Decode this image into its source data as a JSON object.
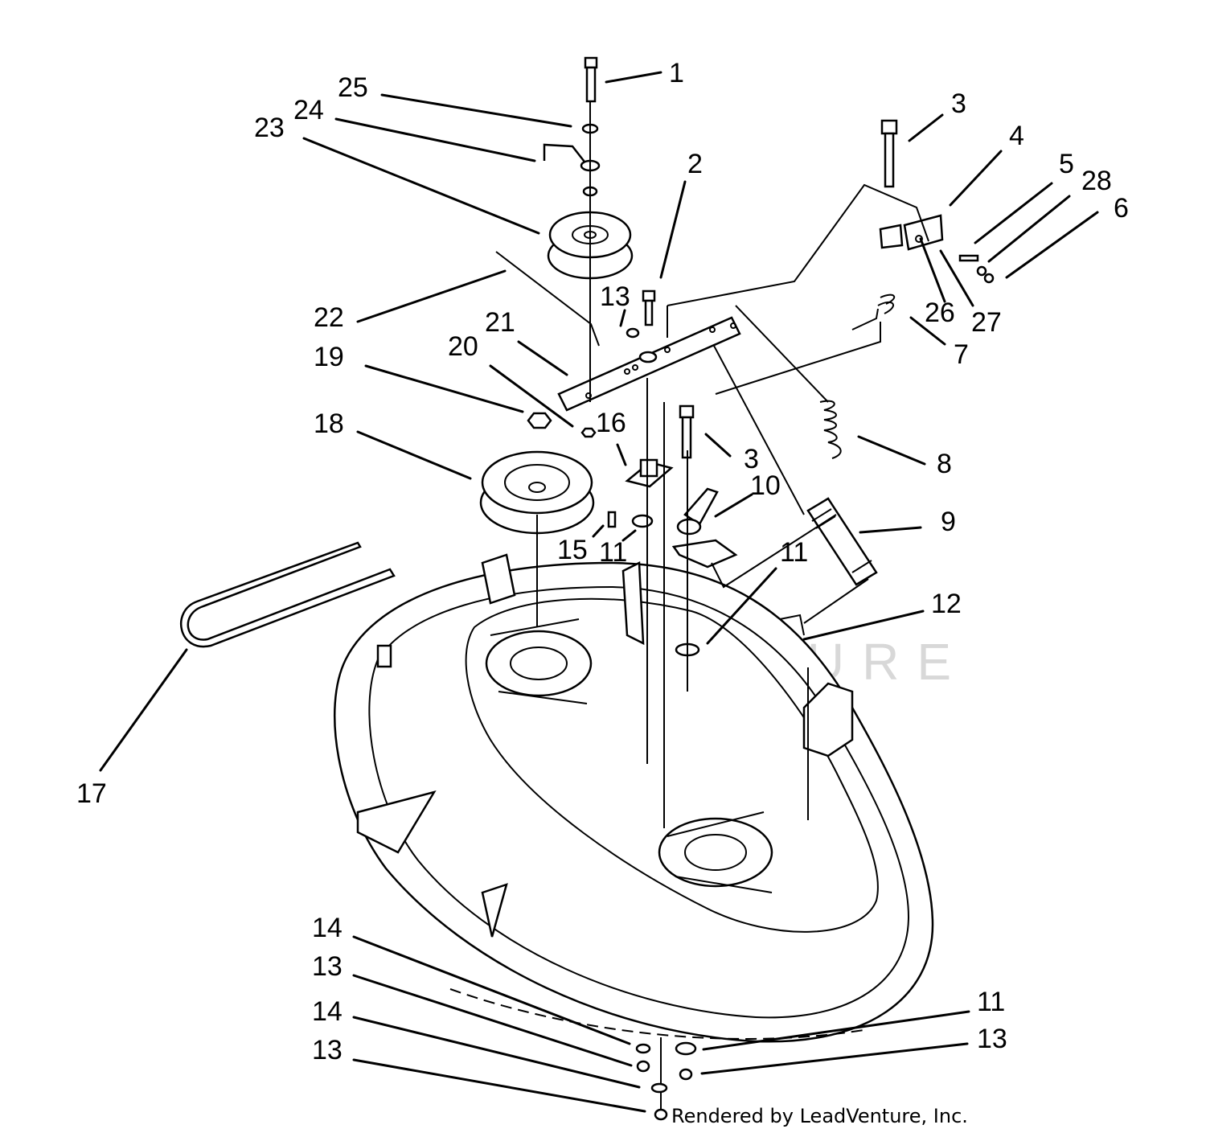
{
  "watermark": "LEADVENTURE",
  "credit": "Rendered by LeadVenture, Inc.",
  "labels": {
    "l1": "1",
    "l2": "2",
    "l3a": "3",
    "l3b": "3",
    "l4": "4",
    "l5": "5",
    "l6": "6",
    "l7": "7",
    "l8": "8",
    "l9": "9",
    "l10": "10",
    "l11a": "11",
    "l11b": "11",
    "l11c": "11",
    "l12": "12",
    "l13a": "13",
    "l13b": "13",
    "l13c": "13",
    "l13d": "13",
    "l14a": "14",
    "l14b": "14",
    "l15": "15",
    "l16": "16",
    "l17": "17",
    "l18": "18",
    "l19": "19",
    "l20": "20",
    "l21": "21",
    "l22": "22",
    "l23": "23",
    "l24": "24",
    "l25": "25",
    "l26": "26",
    "l27": "27",
    "l28": "28"
  }
}
